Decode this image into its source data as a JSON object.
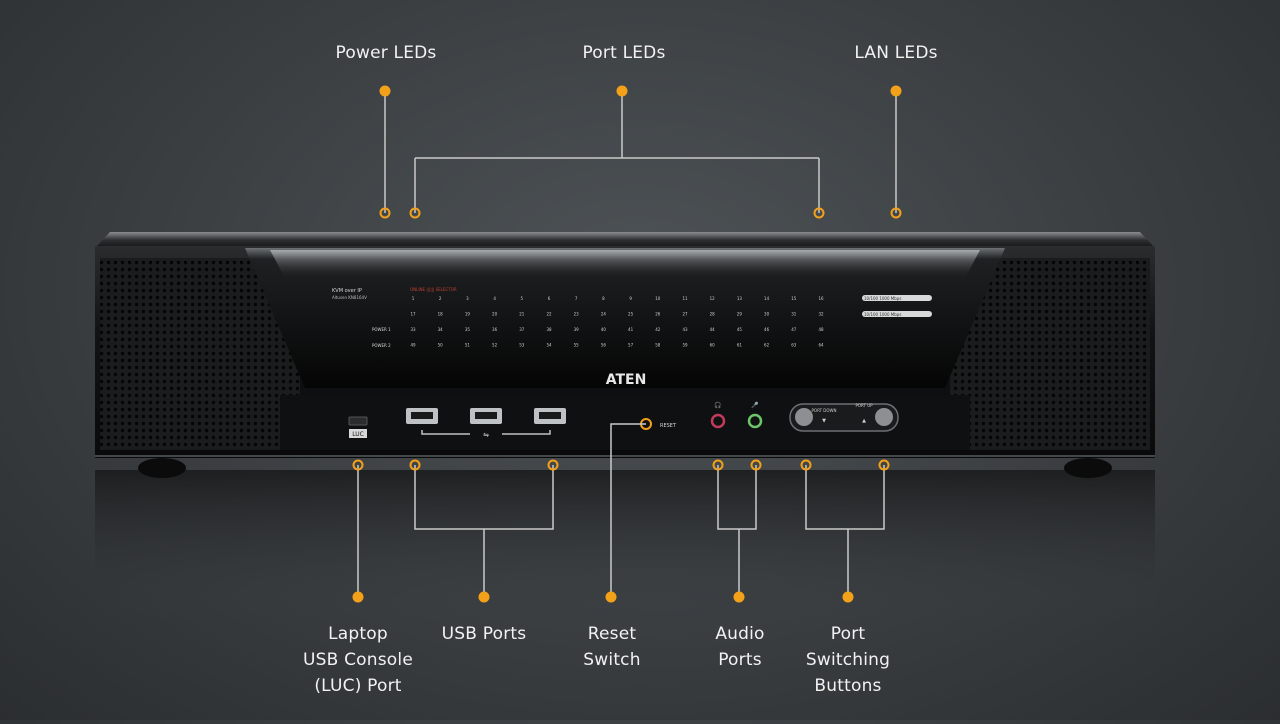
{
  "colors": {
    "leader": "#c9c9c9",
    "dot": "#f4a11a",
    "label": "#f2f2f2"
  },
  "device": {
    "brand": "ATEN",
    "model_line1": "KVM over IP",
    "model_line2": "Altusen KN8164V",
    "led_header": "ONLINE  ||||||  SELECTOR",
    "power1": "POWER 1",
    "power2": "POWER 2",
    "lan1": "10/100  1000 Mbps",
    "lan2": "10/100  1000 Mbps",
    "port_numbers_row1": [
      "1",
      "2",
      "3",
      "4",
      "5",
      "6",
      "7",
      "8",
      "9",
      "10",
      "11",
      "12",
      "13",
      "14",
      "15",
      "16"
    ],
    "port_numbers_row2": [
      "17",
      "18",
      "19",
      "20",
      "21",
      "22",
      "23",
      "24",
      "25",
      "26",
      "27",
      "28",
      "29",
      "30",
      "31",
      "32"
    ],
    "port_numbers_row3": [
      "33",
      "34",
      "35",
      "36",
      "37",
      "38",
      "39",
      "40",
      "41",
      "42",
      "43",
      "44",
      "45",
      "46",
      "47",
      "48"
    ],
    "port_numbers_row4": [
      "49",
      "50",
      "51",
      "52",
      "53",
      "54",
      "55",
      "56",
      "57",
      "58",
      "59",
      "60",
      "61",
      "62",
      "63",
      "64"
    ],
    "luc_label": "LUC",
    "reset_label": "RESET",
    "port_down_label": "PORT DOWN",
    "port_up_label": "PORT UP"
  },
  "callouts": {
    "power_leds": "Power LEDs",
    "port_leds": "Port LEDs",
    "lan_leds": "LAN LEDs",
    "luc": [
      "Laptop",
      "USB Console",
      "(LUC) Port"
    ],
    "usb_ports": "USB Ports",
    "reset": [
      "Reset",
      "Switch"
    ],
    "audio": [
      "Audio",
      "Ports"
    ],
    "switching": [
      "Port",
      "Switching",
      "Buttons"
    ]
  }
}
